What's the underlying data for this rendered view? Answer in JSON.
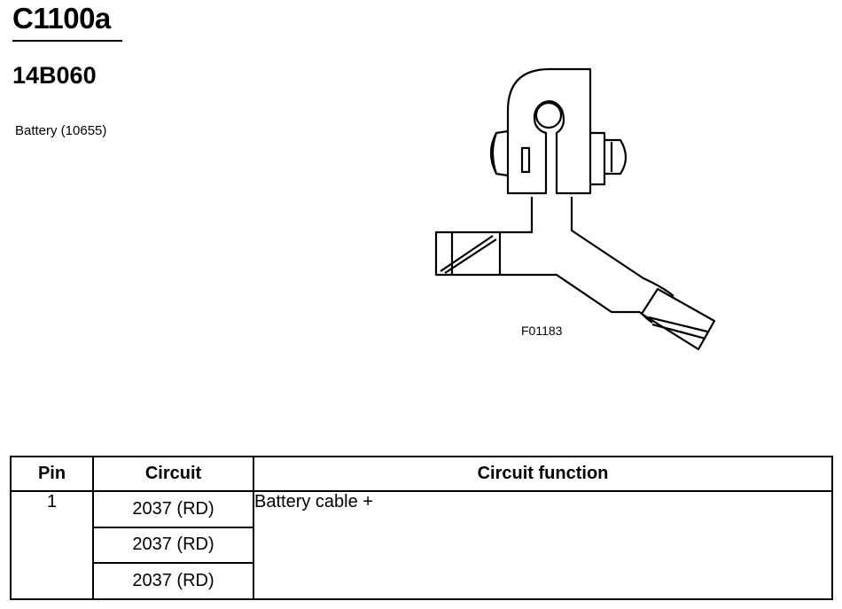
{
  "header": {
    "connector_id": "C1100a",
    "part_number": "14B060",
    "component": "Battery (10655)"
  },
  "figure": {
    "figure_id": "F01183"
  },
  "table": {
    "headers": {
      "pin": "Pin",
      "circuit": "Circuit",
      "function": "Circuit function"
    },
    "rows": [
      {
        "pin": "1",
        "circuits": [
          "2037 (RD)",
          "2037 (RD)",
          "2037 (RD)"
        ],
        "function": "Battery cable +"
      }
    ]
  }
}
